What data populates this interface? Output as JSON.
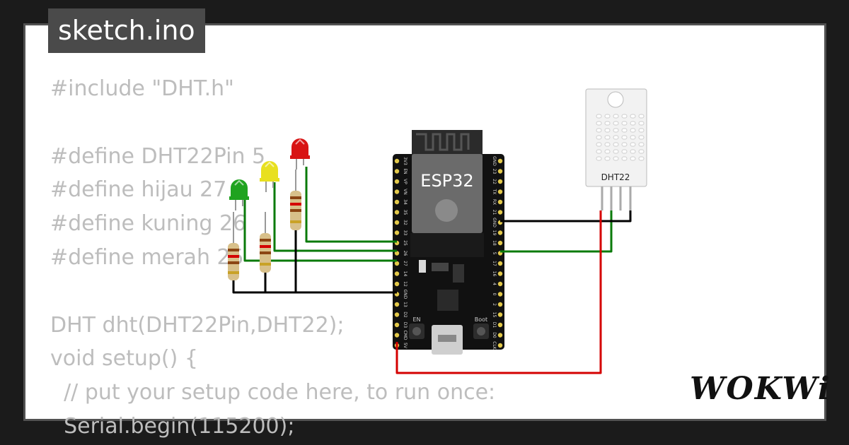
{
  "tab": {
    "filename": "sketch.ino"
  },
  "code_lines": [
    "#include \"DHT.h\"",
    "",
    "#define DHT22Pin 5",
    "#define hijau 27",
    "#define kuning 26",
    "#define merah 25",
    "",
    "DHT dht(DHT22Pin,DHT22);",
    "void setup() {",
    "  // put your setup code here, to run once:",
    "  Serial.begin(115200);"
  ],
  "board": {
    "label": "ESP32",
    "left_pins": [
      "3V3",
      "EN",
      "VP",
      "VN",
      "34",
      "35",
      "32",
      "33",
      "25",
      "26",
      "27",
      "14",
      "12",
      "GND",
      "13",
      "D2",
      "D3",
      "CMD",
      "5V"
    ],
    "right_pins": [
      "GND",
      "23",
      "22",
      "TX",
      "RX",
      "21",
      "GND",
      "19",
      "18",
      "5",
      "17",
      "16",
      "4",
      "0",
      "2",
      "15",
      "D1",
      "D0",
      "CLK"
    ],
    "buttons": {
      "en": "EN",
      "boot": "Boot"
    }
  },
  "sensor": {
    "label": "DHT22"
  },
  "leds": [
    {
      "name": "green",
      "color": "#1fa31f"
    },
    {
      "name": "yellow",
      "color": "#e8e01f"
    },
    {
      "name": "red",
      "color": "#d81414"
    }
  ],
  "wire_colors": {
    "signal": "#0a7a0a",
    "ground": "#000000",
    "power": "#d40000"
  },
  "brand": {
    "logo": "WOKWi"
  }
}
